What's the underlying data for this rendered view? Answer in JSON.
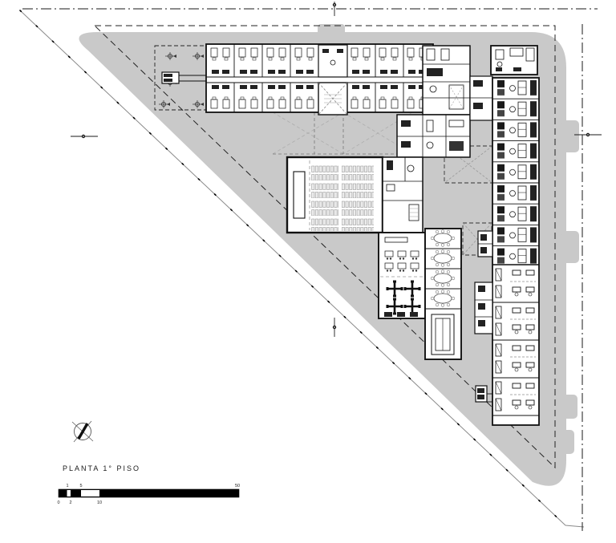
{
  "plan": {
    "title": "PLANTA 1° PISO",
    "scale_bar": {
      "above": [
        "1",
        "5",
        "50"
      ],
      "below": [
        "0",
        "2",
        "10"
      ]
    }
  },
  "icons": {
    "north_arrow": "north-arrow-compass",
    "tree": "tree-plan-symbol",
    "survey_marker": "axis-survey-marker"
  },
  "colors": {
    "site_gray": "#c9c9c9",
    "wall_black": "#111111",
    "dash_gray": "#999999"
  }
}
